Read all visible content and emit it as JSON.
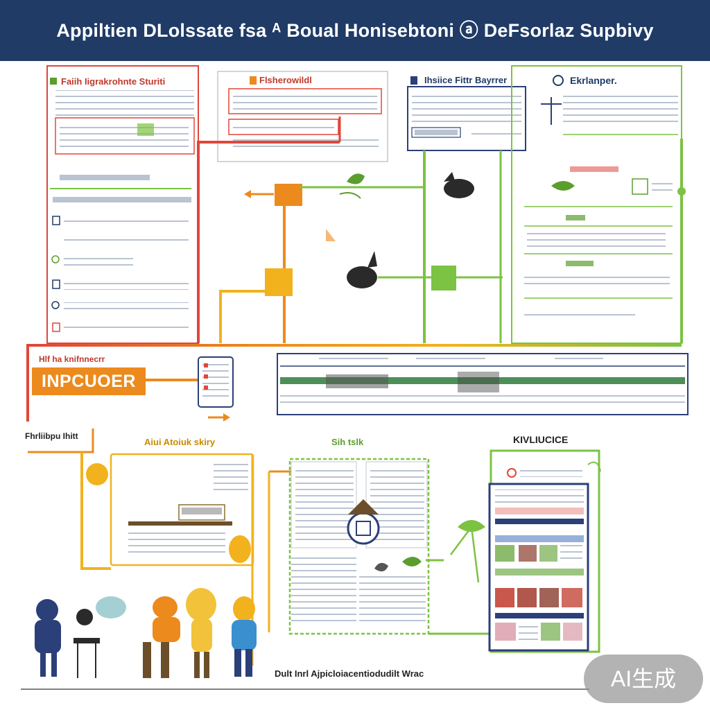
{
  "header": {
    "title": "Appiltien  DLolssate fsa ᴬ Boual Honisebtoni  ⓐ DeFsorlaz Supbivy"
  },
  "panels": {
    "top_left_title": "Faiih Iigrakrohnte Sturiti",
    "top_center_title": "Flsherowildl",
    "top_right_title": "Ihsiice Fittr Bayrrer",
    "far_right_title": "Ekrlanper."
  },
  "middle": {
    "input_badge": "INPCUOER",
    "input_caption": "Hlf ha knifnnecrr",
    "bottom_left_label": "Fhrliibpu Ihitt",
    "bottom_center_label": "Aiui Atoiuk skiry",
    "bottom_mid_label": "Sih tslk",
    "bottom_right_label": "KIVLIUCICE"
  },
  "footer": {
    "caption": "Dult Inrl Ajpicloiacentiodudilt Wrac"
  },
  "badge": {
    "text": "AI生成"
  },
  "colors": {
    "header": "#1f3b66",
    "red": "#e0463a",
    "orange": "#ec8a1d",
    "yellow": "#f2b21e",
    "green": "#7cc243",
    "navy": "#2b3f78"
  },
  "icons": [
    "leaf-icon",
    "bird-icon",
    "document-icon",
    "house-icon",
    "tree-icon"
  ]
}
